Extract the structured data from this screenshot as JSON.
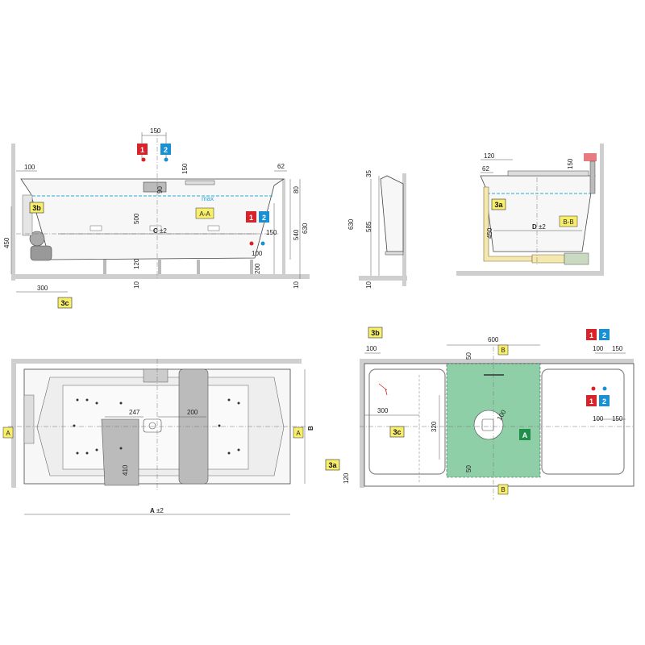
{
  "colors": {
    "hot": "#d8232a",
    "cold": "#1a8fd1",
    "tag_yellow": "#f7ee6a",
    "zone_green": "#7cc79a",
    "water": "#2aa8d8",
    "wall": "#cfcfcf"
  },
  "tags": {
    "hot": "1",
    "cold": "2",
    "t3a": "3a",
    "t3b": "3b",
    "t3c": "3c",
    "zone_a": "A"
  },
  "sections": {
    "aa": "A-A",
    "bb": "B-B",
    "a": "A",
    "b": "B",
    "max": "max"
  },
  "labels": {
    "c": "C",
    "d": "D",
    "a_tol": "A",
    "b": "B",
    "pm2": "±2"
  },
  "dims_side": {
    "d150_top": "150",
    "d100_left": "100",
    "d62": "62",
    "d90": "90",
    "d150_v": "150",
    "d500": "500",
    "d80": "80",
    "d630": "630",
    "d540": "540",
    "d450": "450",
    "d120": "120",
    "d100_tap": "100",
    "d150_tap": "150",
    "d200": "200",
    "d300": "300",
    "d10_a": "10",
    "d10_b": "10"
  },
  "dims_profile": {
    "d35": "35",
    "d630": "630",
    "d585": "585",
    "d10": "10"
  },
  "dims_bb": {
    "d120": "120",
    "d150": "150",
    "d62": "62",
    "d450": "450"
  },
  "dims_top": {
    "d247": "247",
    "d200": "200",
    "d410": "410"
  },
  "dims_plan": {
    "d600": "600",
    "d100_3b": "100",
    "d50_top": "50",
    "d100_r1": "100",
    "d150_r1": "150",
    "d300": "300",
    "d320": "320",
    "d100_drain": "100",
    "d100_r2": "100",
    "d150_r2": "150",
    "d50_bot": "50",
    "d120": "120"
  }
}
